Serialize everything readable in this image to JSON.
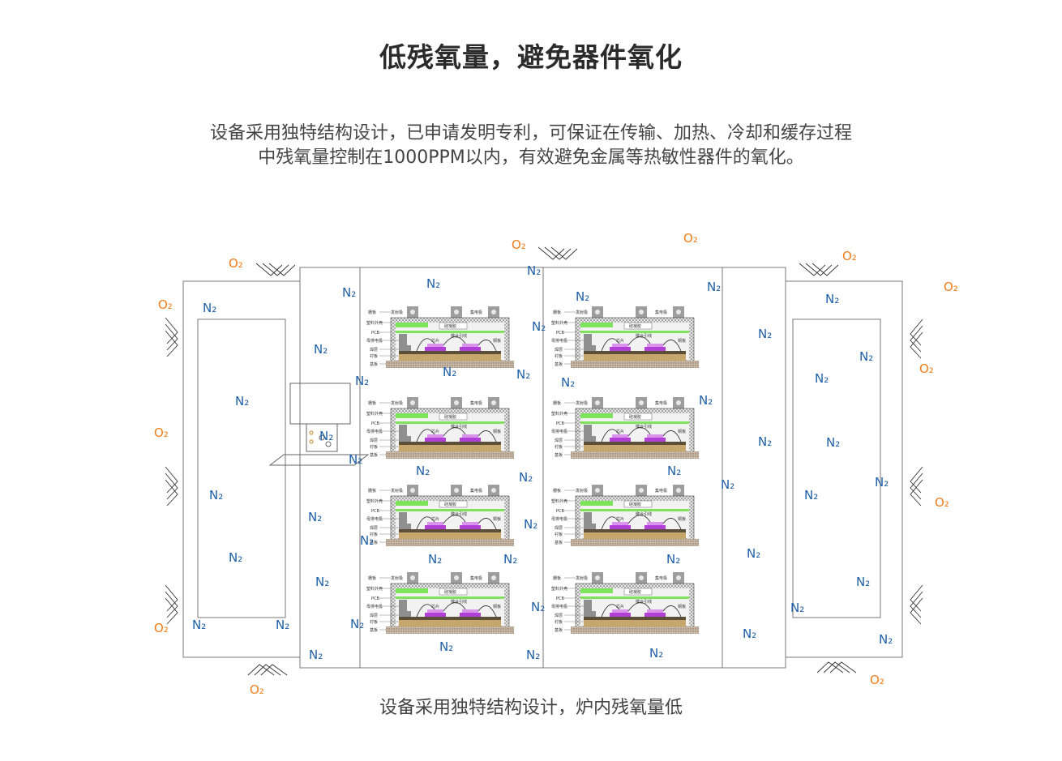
{
  "header": {
    "title": "低残氧量，避免器件氧化",
    "intro_line1": "设备采用独特结构设计，已申请发明专利，可保证在传输、加热、冷却和缓存过程",
    "intro_line2": "中残氧量控制在1000PPM以内，有效避免金属等热敏性器件的氧化。"
  },
  "footer": {
    "caption": "设备采用独特结构设计，炉内残氧量低"
  },
  "molecules": {
    "nitrogen": "N",
    "oxygen": "O",
    "subscript": "₂"
  },
  "colors": {
    "nitrogen": "#1f5fa8",
    "oxygen": "#ef7d1a",
    "chip_green": "#7ee35a",
    "chip_purple": "#b23fd6",
    "substrate": "#c7a66b"
  },
  "module": {
    "labels_left": [
      "栅板",
      "塑料外壳",
      "PCB",
      "母排电极",
      "焊层",
      "衬板",
      "基板"
    ],
    "labels_top": [
      "发射极",
      "集电极"
    ],
    "label_fill": "硅凝胶",
    "label_wire": "键合引线",
    "label_chip": "芯片",
    "label_right": "铜板"
  }
}
